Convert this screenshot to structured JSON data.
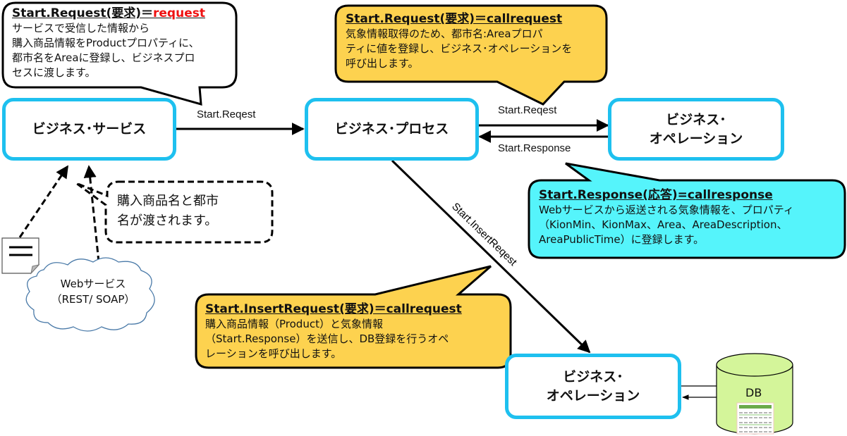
{
  "nodes": {
    "business_service": "ビジネス･サービス",
    "business_process": "ビジネス･プロセス",
    "business_operation_1_line1": "ビジネス･",
    "business_operation_1_line2": "オペレーション",
    "business_operation_2_line1": "ビジネス･",
    "business_operation_2_line2": "オペレーション",
    "db": "DB"
  },
  "arrows": {
    "service_to_process": "Start.Reqest",
    "process_to_operation": "Start.Reqest",
    "operation_to_process": "Start.Response",
    "process_to_db_operation": "Start.InsertReqest"
  },
  "callouts": {
    "service_request": {
      "title_prefix": "Start.Request(要求)＝",
      "title_value": "request",
      "lines": [
        "サービスで受信した情報から",
        "購入商品情報をProductプロパティに、",
        "都市名をAreaに登録し、ビジネスプロ",
        "セスに渡します。"
      ]
    },
    "process_request": {
      "title": "Start.Request(要求)＝callrequest",
      "lines": [
        "気象情報取得のため、都市名:Areaプロパ",
        "ティに値を登録し、ビジネス･オペレーションを",
        "呼び出します。"
      ]
    },
    "process_response": {
      "title": "Start.Response(応答)=callresponse",
      "lines": [
        "Webサービスから返送される気象情報を、プロパティ",
        "（KionMin、KionMax、Area、AreaDescription、",
        "AreaPublicTime）に登録します。"
      ]
    },
    "insert_request": {
      "title": "Start.InsertRequest(要求)＝callrequest",
      "lines": [
        "購入商品情報（Product）と気象情報",
        "（Start.Response）を送信し、DB登録を行うオペ",
        "レーションを呼び出します。"
      ]
    },
    "input_note": {
      "lines": [
        "購入商品名と都市",
        "名が渡されます。"
      ]
    }
  },
  "web_service": {
    "line1": "Webサービス",
    "line2": "（REST/ SOAP）"
  },
  "colors": {
    "node_border": "#1ec0ef",
    "callout_yellow": "#fdd24f",
    "callout_cyan": "#55f4fb",
    "db_fill": "#d4f59a",
    "cloud_stroke": "#4a7aa8",
    "title_red": "#ee1111"
  }
}
